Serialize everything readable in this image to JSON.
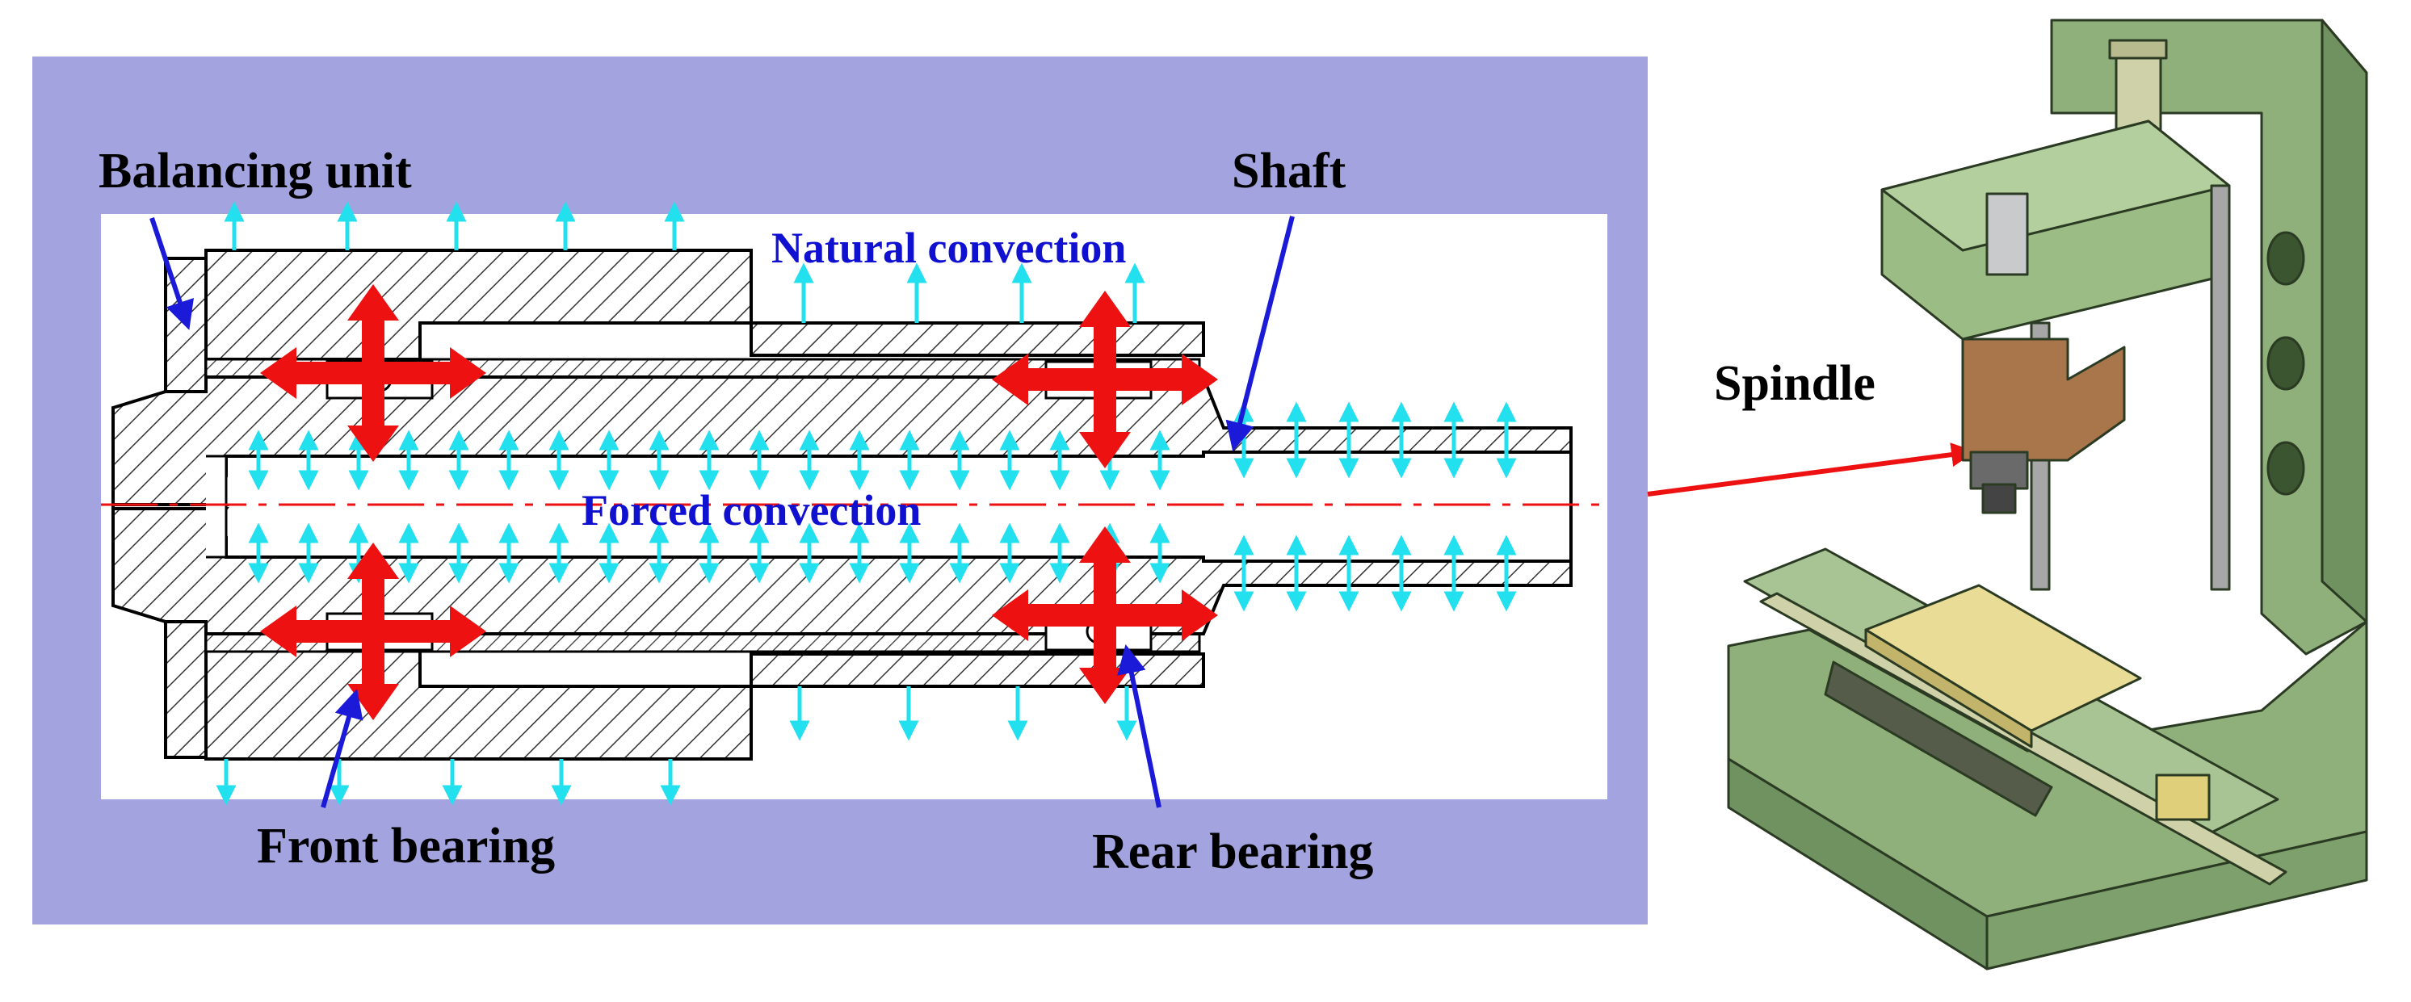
{
  "labels": {
    "balancing_unit": "Balancing unit",
    "shaft": "Shaft",
    "natural_convection": "Natural convection",
    "forced_convection": "Forced convection",
    "front_bearing": "Front bearing",
    "rear_bearing": "Rear bearing",
    "spindle": "Spindle"
  },
  "colors": {
    "panel_background": "#a3a3df",
    "label_text": "#000000",
    "convection_text": "#1010d0",
    "leader_line": "#1a1ad8",
    "heat_arrow": "#ee1111",
    "convection_arrow": "#22e0ee",
    "axis_line": "#ee1111",
    "machine_green": "#8fb07a",
    "spindle_head": "#a8764a",
    "table_yellow": "#e8dc96"
  },
  "icons": {
    "heat_flow": "red-double-arrow-icon",
    "convection_flow": "cyan-arrow-icon"
  }
}
